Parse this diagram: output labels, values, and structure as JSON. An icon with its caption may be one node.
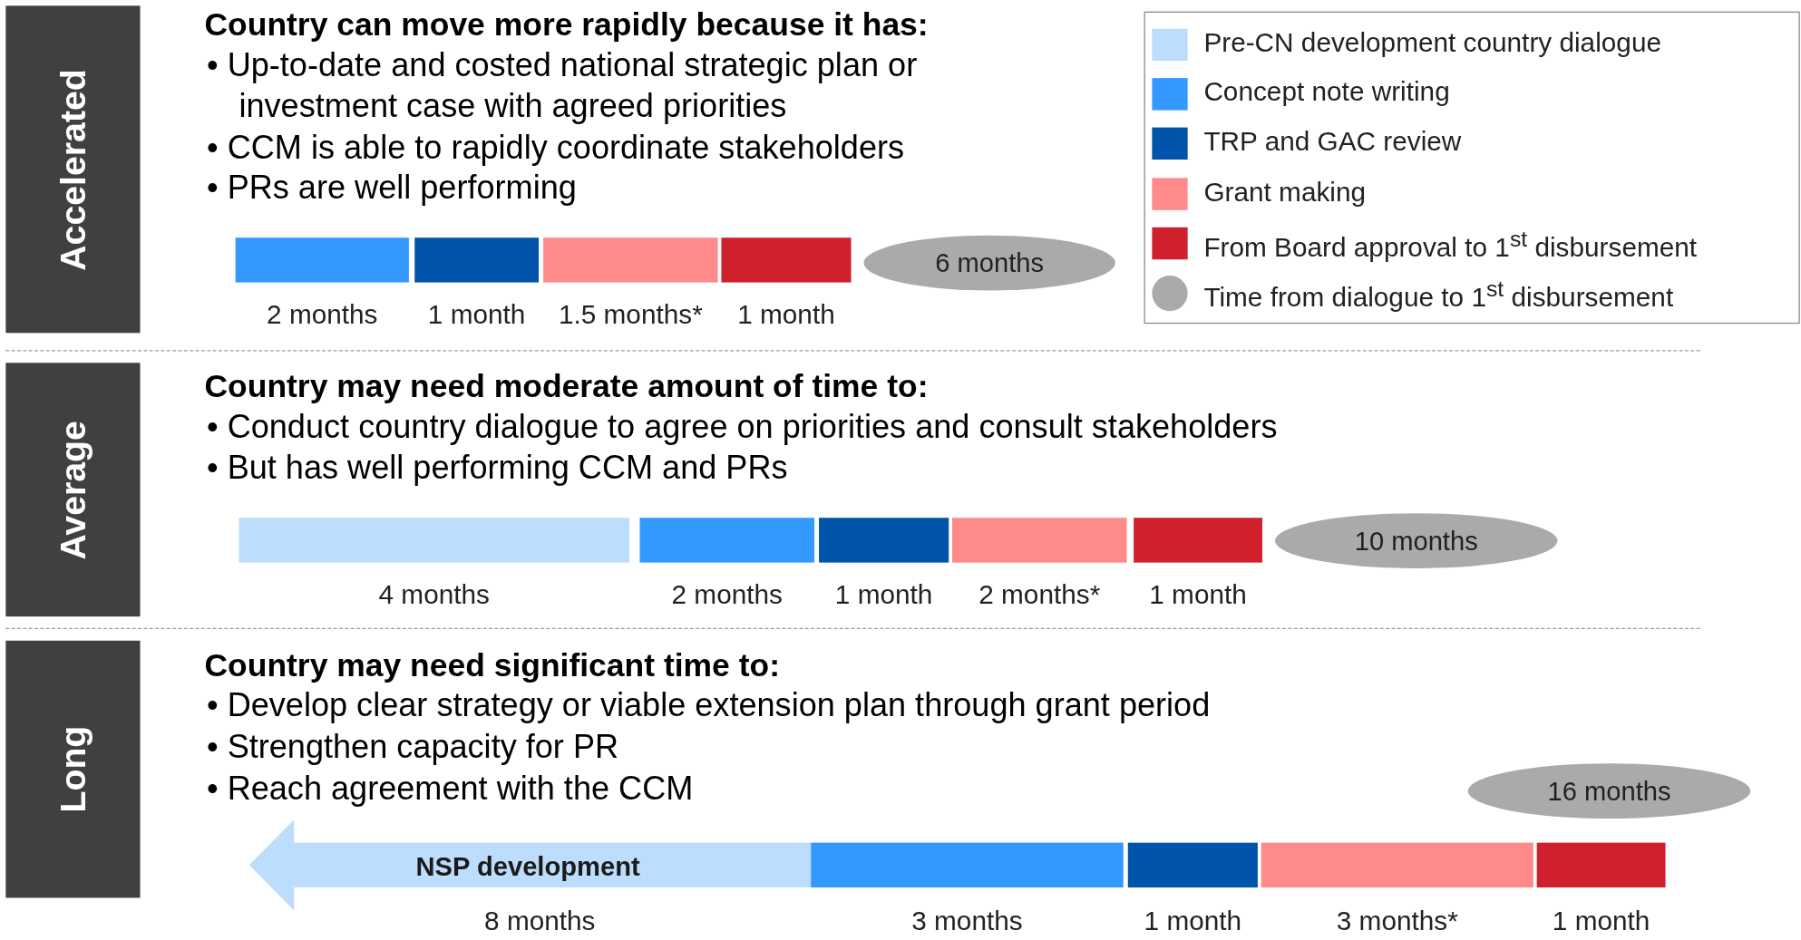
{
  "diagram": {
    "nodes": [
      {
        "text": [
          "Accelerated"
        ]
      },
      {
        "text": [],
        "shape": "bar",
        "beside": [
          "2 months"
        ]
      },
      {
        "text": [],
        "shape": "bar",
        "beside": [
          "1 month"
        ]
      },
      {
        "text": [],
        "shape": "bar",
        "beside": [
          "1.5 months*"
        ]
      },
      {
        "text": [],
        "shape": "bar",
        "beside": [
          "1 month"
        ]
      },
      {
        "text": [
          "6 months"
        ]
      },
      {
        "text": [
          "Average"
        ]
      },
      {
        "text": [],
        "shape": "bar",
        "beside": [
          "4 months"
        ]
      },
      {
        "text": [],
        "shape": "bar",
        "beside": [
          "2 months"
        ]
      },
      {
        "text": [],
        "shape": "bar",
        "beside": [
          "1 month"
        ]
      },
      {
        "text": [],
        "shape": "bar",
        "beside": [
          "2 months*"
        ]
      },
      {
        "text": [],
        "shape": "bar",
        "beside": [
          "1 month"
        ]
      },
      {
        "text": [
          "10 months"
        ]
      },
      {
        "text": [
          "Long"
        ]
      },
      {
        "text": [
          "NSP development"
        ],
        "beside": [
          "8 months"
        ]
      },
      {
        "text": [],
        "shape": "bar",
        "beside": [
          "3 months"
        ]
      },
      {
        "text": [],
        "shape": "bar",
        "beside": [
          "1 month"
        ]
      },
      {
        "text": [],
        "shape": "bar",
        "beside": [
          "3 months*"
        ]
      },
      {
        "text": [],
        "shape": "bar",
        "beside": [
          "1 month"
        ]
      },
      {
        "text": [
          "16 months"
        ]
      }
    ],
    "labels": [
      "Country can move more rapidly because it has:",
      "• Up-to-date and costed national strategic plan or investment case with agreed priorities",
      "• CCM is able to rapidly coordinate stakeholders",
      "• PRs are well performing",
      "Country may need moderate amount of time to:",
      "• Conduct country dialogue to agree on priorities and consult stakeholders",
      "• But has well performing CCM and PRs",
      "Country may need significant time to:",
      "• Develop clear strategy or viable extension plan through grant period",
      "• Strengthen capacity for PR",
      "• Reach agreement with the CCM"
    ],
    "legend": [
      {
        "text": "Pre-CN development country dialogue",
        "color": "#bdddfc"
      },
      {
        "text": "Concept note writing",
        "color": "#3399ff"
      },
      {
        "text": "TRP and GAC review",
        "color": "#0055aa"
      },
      {
        "text": "Grant making",
        "color": "#ff8a8a"
      },
      {
        "text": "From Board approval to 1$^{st}$ disbursement",
        "color": "#d0202e"
      },
      {
        "text": "Time from dialogue to 1$^{st}$ disbursement",
        "color": "#aaaaaa"
      }
    ]
  }
}
